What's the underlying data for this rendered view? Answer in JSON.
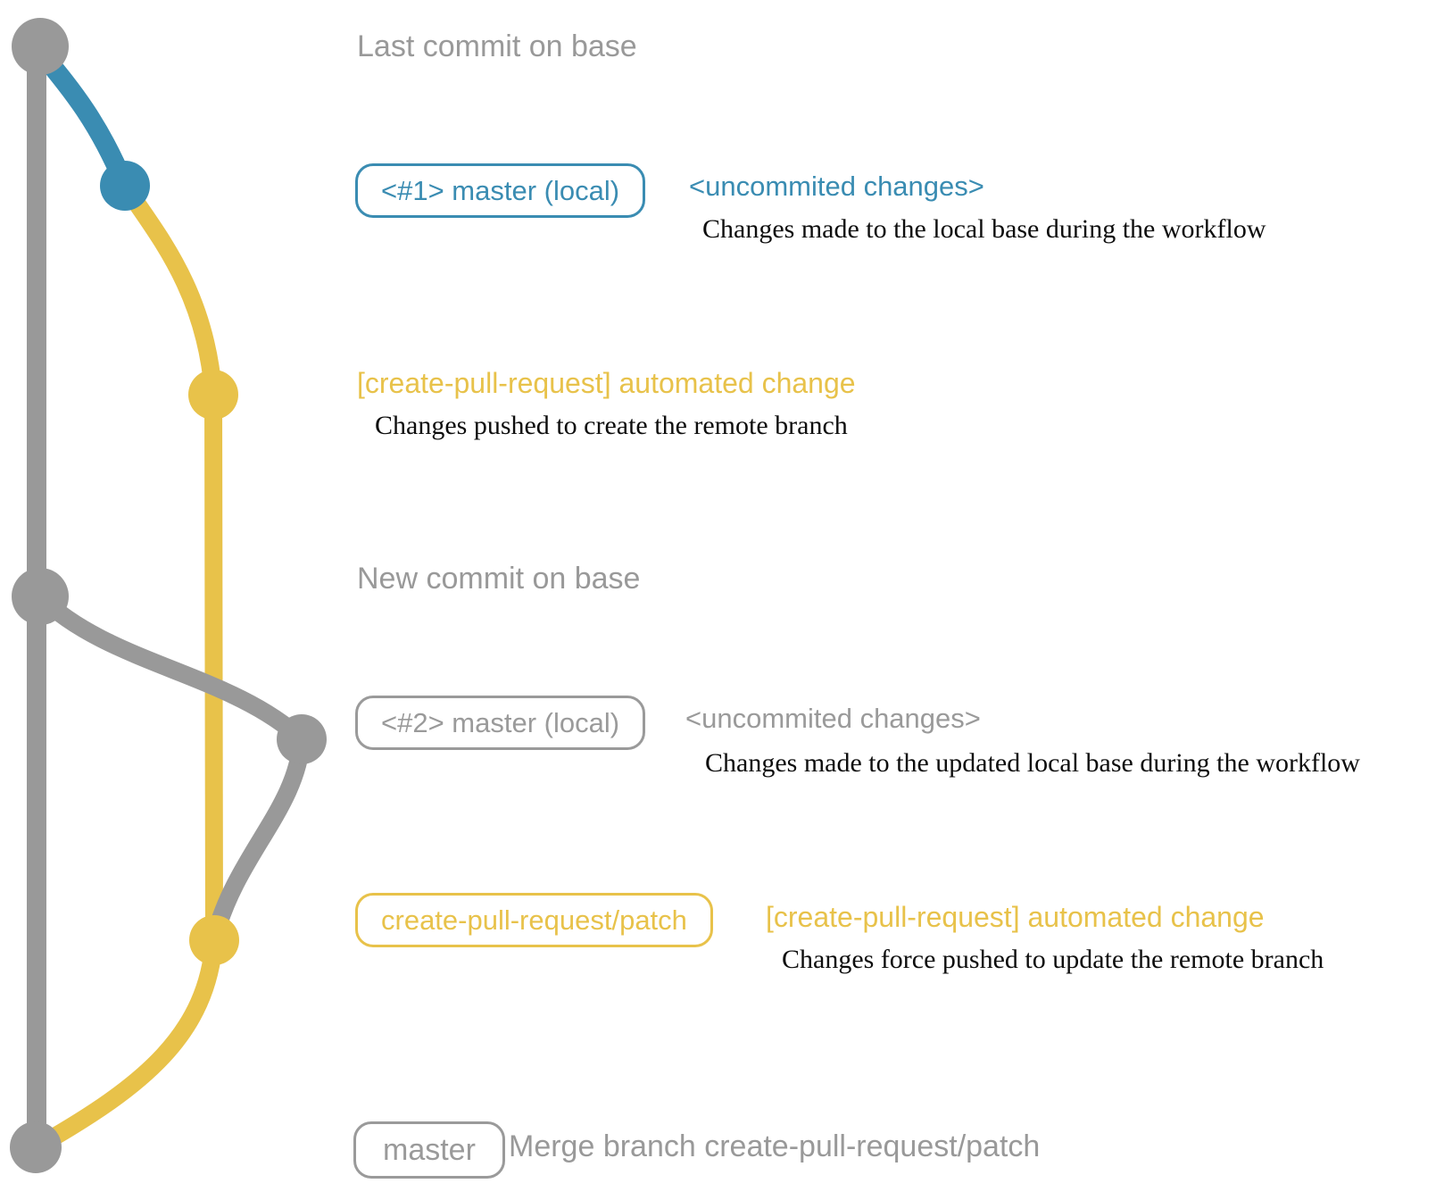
{
  "colors": {
    "branch_gray": "#999999",
    "branch_blue": "#3a8cb2",
    "branch_yellow": "#e8c24a",
    "description_text": "#0d0d0d"
  },
  "graph": {
    "dots": [
      "base-last-commit",
      "local-commit-1",
      "remote-commit-1",
      "base-new-commit",
      "local-commit-2",
      "remote-commit-2",
      "merge-commit"
    ]
  },
  "annotations": {
    "last_commit": {
      "label": "Last commit on base"
    },
    "commit1": {
      "badge": "<#1> master (local)",
      "title": "<uncommited changes>",
      "description": "Changes made to the local base during the workflow"
    },
    "push1": {
      "title": "[create-pull-request] automated change",
      "description": "Changes pushed to create the remote branch"
    },
    "new_commit": {
      "label": "New commit on base"
    },
    "commit2": {
      "badge": "<#2> master (local)",
      "title": "<uncommited changes>",
      "description": "Changes made to the updated local base during the workflow"
    },
    "push2": {
      "badge": "create-pull-request/patch",
      "title": "[create-pull-request] automated change",
      "description": "Changes force pushed to update the remote branch"
    },
    "merge": {
      "badge": "master",
      "label": "Merge branch create-pull-request/patch"
    }
  }
}
